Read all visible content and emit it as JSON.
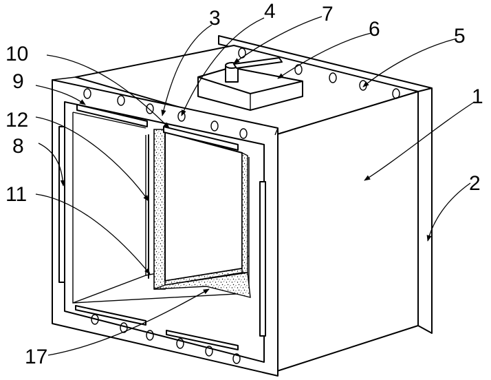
{
  "figure": {
    "labels": [
      "1",
      "2",
      "3",
      "4",
      "5",
      "6",
      "7",
      "8",
      "9",
      "10",
      "11",
      "12",
      "17"
    ]
  }
}
